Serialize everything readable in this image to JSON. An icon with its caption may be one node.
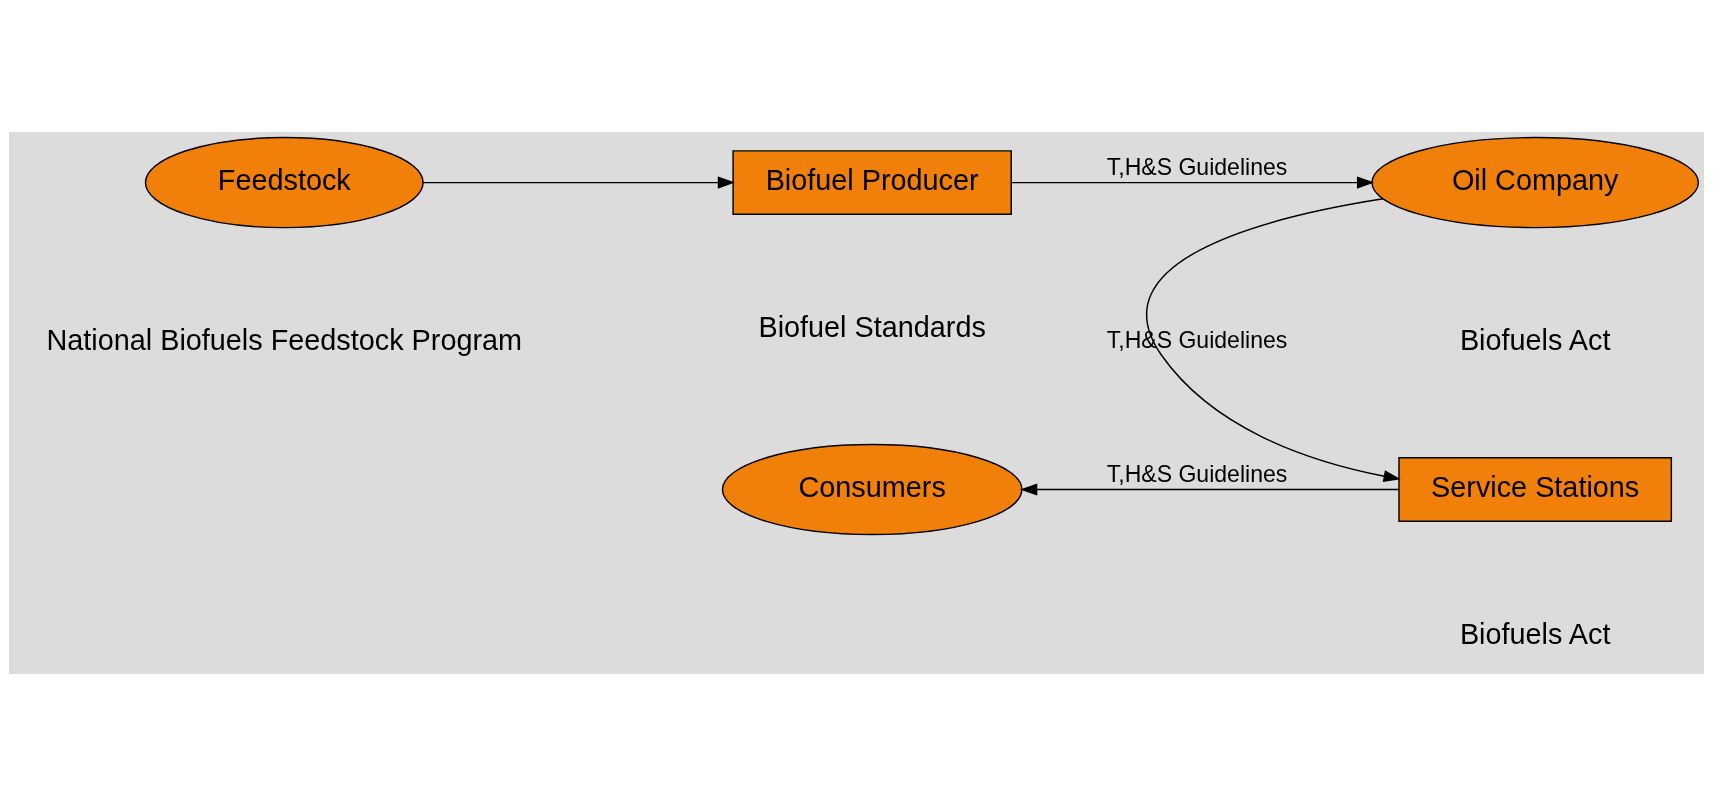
{
  "diagram": {
    "nodes": [
      {
        "text": [
          "Feedstock"
        ],
        "beside": [
          "National Biofuels Feedstock Program"
        ]
      },
      {
        "text": [
          "Biofuel Producer"
        ],
        "beside": [
          "Biofuel Standards"
        ]
      },
      {
        "text": [
          "Oil Company"
        ],
        "beside": [
          "Biofuels Act"
        ]
      },
      {
        "text": [
          "Service Stations"
        ],
        "beside": [
          "Biofuels Act"
        ]
      },
      {
        "text": [
          "Consumers"
        ]
      }
    ],
    "edges": [
      {
        "from": 0,
        "to": 1,
        "arrow": "to"
      },
      {
        "from": 1,
        "to": 2,
        "arrow": "to",
        "label": "T,H&S Guidelines"
      },
      {
        "from": 2,
        "to": 3,
        "arrow": "to",
        "label": "T,H&S Guidelines"
      },
      {
        "from": 3,
        "to": 4,
        "arrow": "to",
        "label": "T,H&S Guidelines"
      }
    ]
  }
}
